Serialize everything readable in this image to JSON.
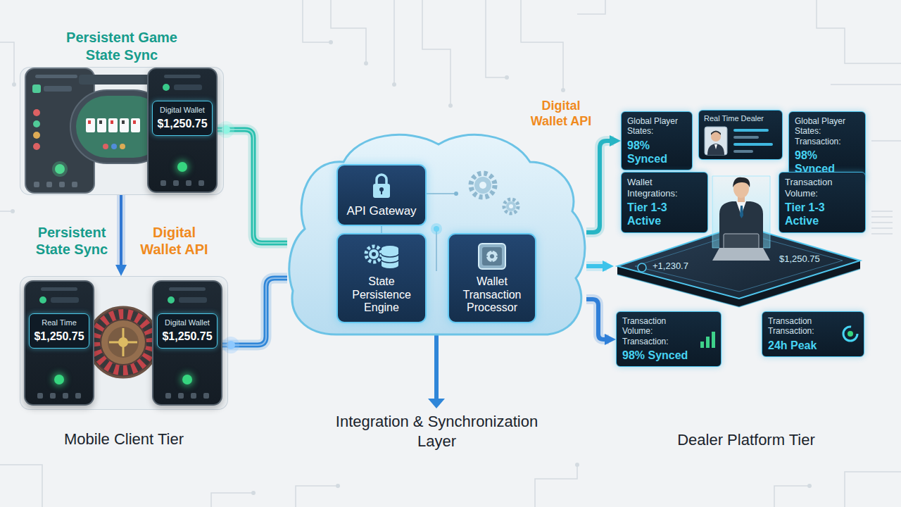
{
  "diagram": {
    "nodes": [
      {
        "text": [
          "Persistent Game State Sync"
        ]
      },
      {
        "text": [
          "Digital Wallet",
          "$1,250.75"
        ],
        "in": 0
      },
      {
        "text": [
          "Mobile Client Tier"
        ]
      },
      {
        "text": [
          "Real Time",
          "$1,250.75"
        ],
        "in": 2
      },
      {
        "text": [
          "Digital Wallet",
          "$1,250.75"
        ],
        "in": 2
      },
      {
        "text": [
          "Integration & Synchronization Layer"
        ]
      },
      {
        "text": [
          "API Gateway"
        ],
        "in": 5
      },
      {
        "text": [
          "State Persistence Engine"
        ],
        "in": 5
      },
      {
        "text": [
          "Wallet Transaction Processor"
        ],
        "in": 5
      },
      {
        "text": [
          "Global Player States:",
          "98% Synced"
        ]
      },
      {
        "text": [
          "Real Time Dealer"
        ]
      },
      {
        "text": [
          "Global Player States: Transaction:",
          "98% Synced"
        ]
      },
      {
        "text": [
          "Wallet Integrations:",
          "Tier 1-3 Active"
        ]
      },
      {
        "text": [
          "Transaction Volume:",
          "Tier 1-3 Active"
        ]
      },
      {
        "text": [
          "+1,230.7",
          "$1,250.75"
        ]
      },
      {
        "text": [
          "Transaction Volume: Transaction:",
          "98% Synced"
        ]
      },
      {
        "text": [
          "Transaction Transaction:",
          "24h Peak"
        ]
      }
    ],
    "edges": [
      {
        "from": 1,
        "to": 5,
        "arrow": "none"
      },
      {
        "from": 4,
        "to": 5,
        "arrow": "none"
      },
      {
        "from": 0,
        "to": 2,
        "arrow": "to",
        "label": "Persistent State Sync"
      },
      {
        "from": 5,
        "to": 9,
        "arrow": "to",
        "label": "Digital Wallet API"
      },
      {
        "from": 5,
        "to": 14,
        "arrow": "to"
      },
      {
        "from": 5,
        "to": 15,
        "arrow": "to"
      }
    ],
    "labels": [
      "Digital Wallet API",
      "Dealer Platform Tier"
    ]
  }
}
